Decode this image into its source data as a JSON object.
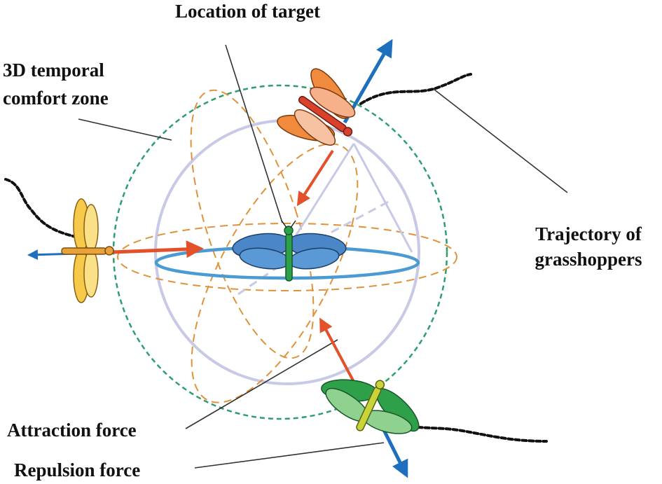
{
  "labels": {
    "target": "Location of  target",
    "comfort_zone_line1": "3D temporal",
    "comfort_zone_line2": "comfort zone",
    "trajectory_line1": "Trajectory of",
    "trajectory_line2": "grasshoppers",
    "attraction": "Attraction force",
    "repulsion": "Repulsion force"
  },
  "colors": {
    "comfort_zone": "#2e9e6e",
    "sphere": "#c7c9e6",
    "equator": "#4a9ad4",
    "orbit": "#e0923a",
    "attraction_arrow": "#e2512a",
    "repulsion_arrow": "#1f6fbf",
    "trajectory": "#111111",
    "leader_line": "#333333"
  }
}
